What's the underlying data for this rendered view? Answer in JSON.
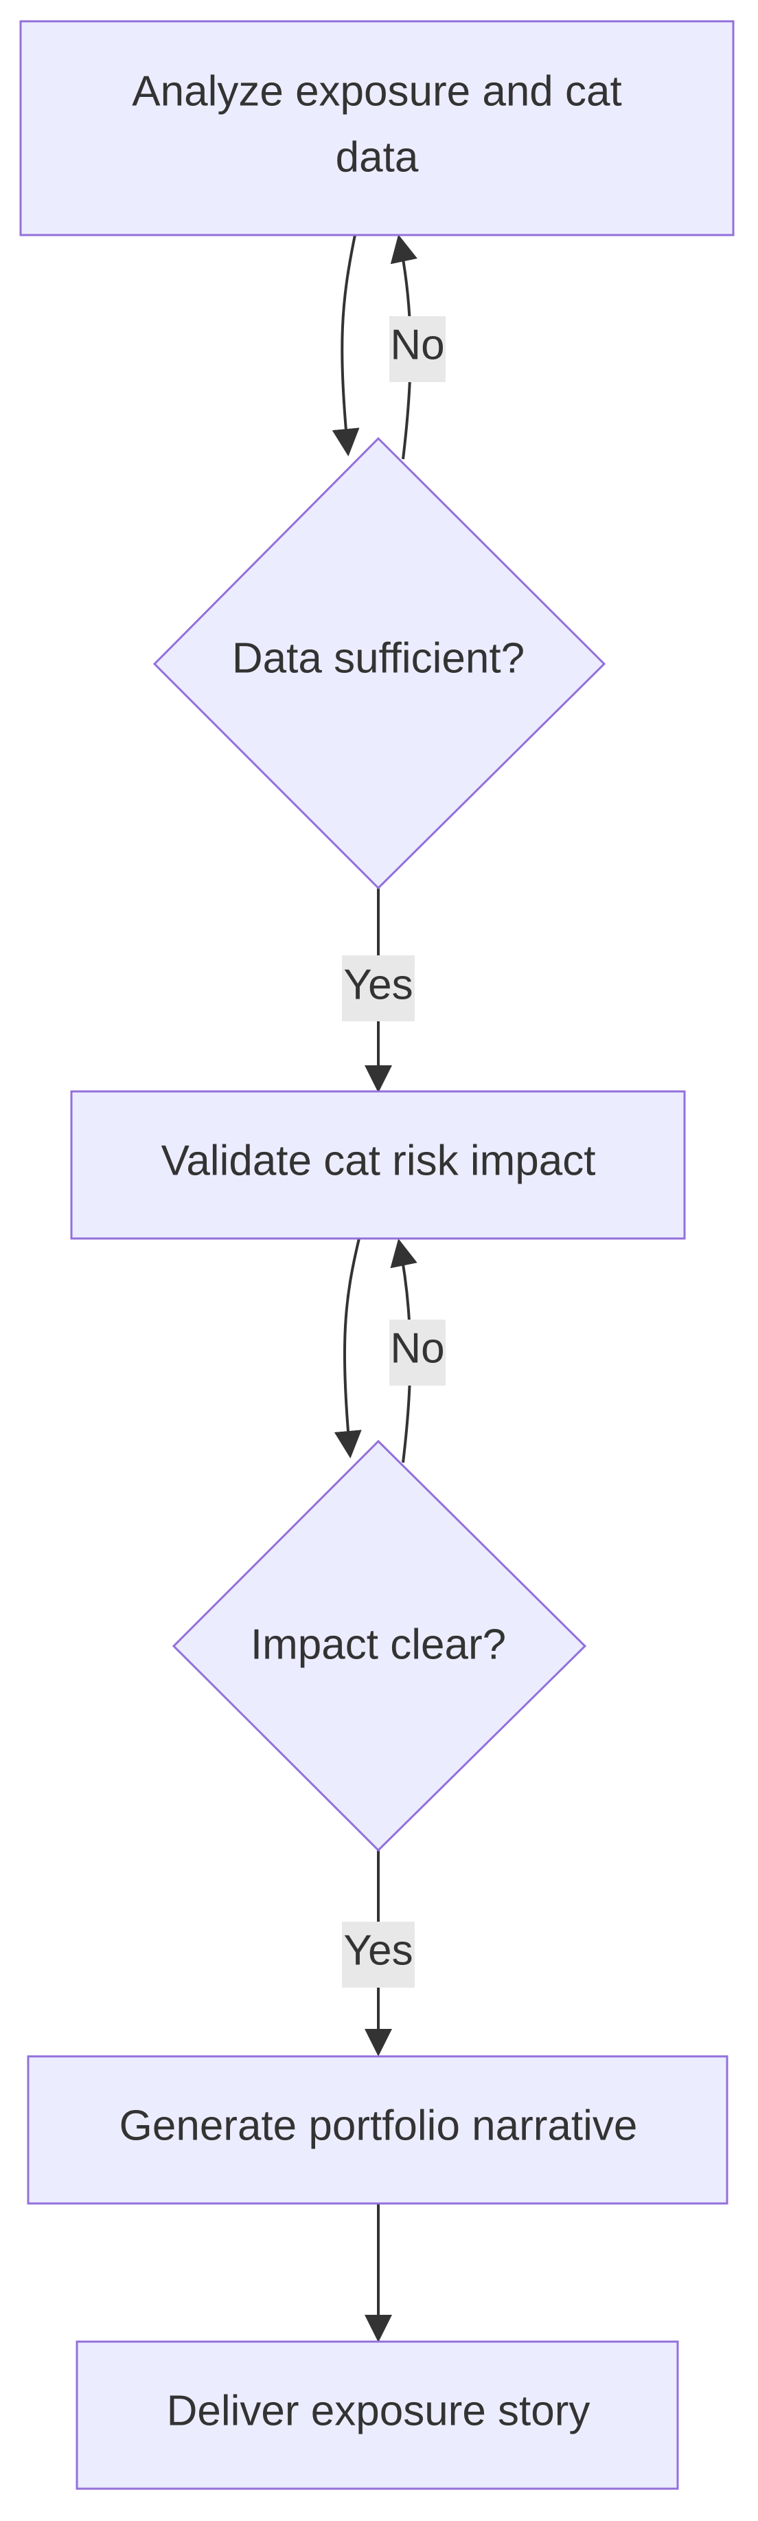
{
  "diagram": {
    "nodes": {
      "analyze": {
        "line1": "Analyze exposure and cat",
        "line2": "data"
      },
      "data_sufficient": {
        "label": "Data sufficient?"
      },
      "validate": {
        "label": "Validate cat risk impact"
      },
      "impact_clear": {
        "label": "Impact clear?"
      },
      "generate": {
        "label": "Generate portfolio narrative"
      },
      "deliver": {
        "label": "Deliver exposure story"
      }
    },
    "edges": {
      "data_no": "No",
      "data_yes": "Yes",
      "impact_no": "No",
      "impact_yes": "Yes"
    },
    "colors": {
      "node_fill": "#ECECFF",
      "node_stroke": "#9370DB",
      "edge": "#333333",
      "label_bg": "#E8E8E8",
      "text": "#333333"
    }
  }
}
